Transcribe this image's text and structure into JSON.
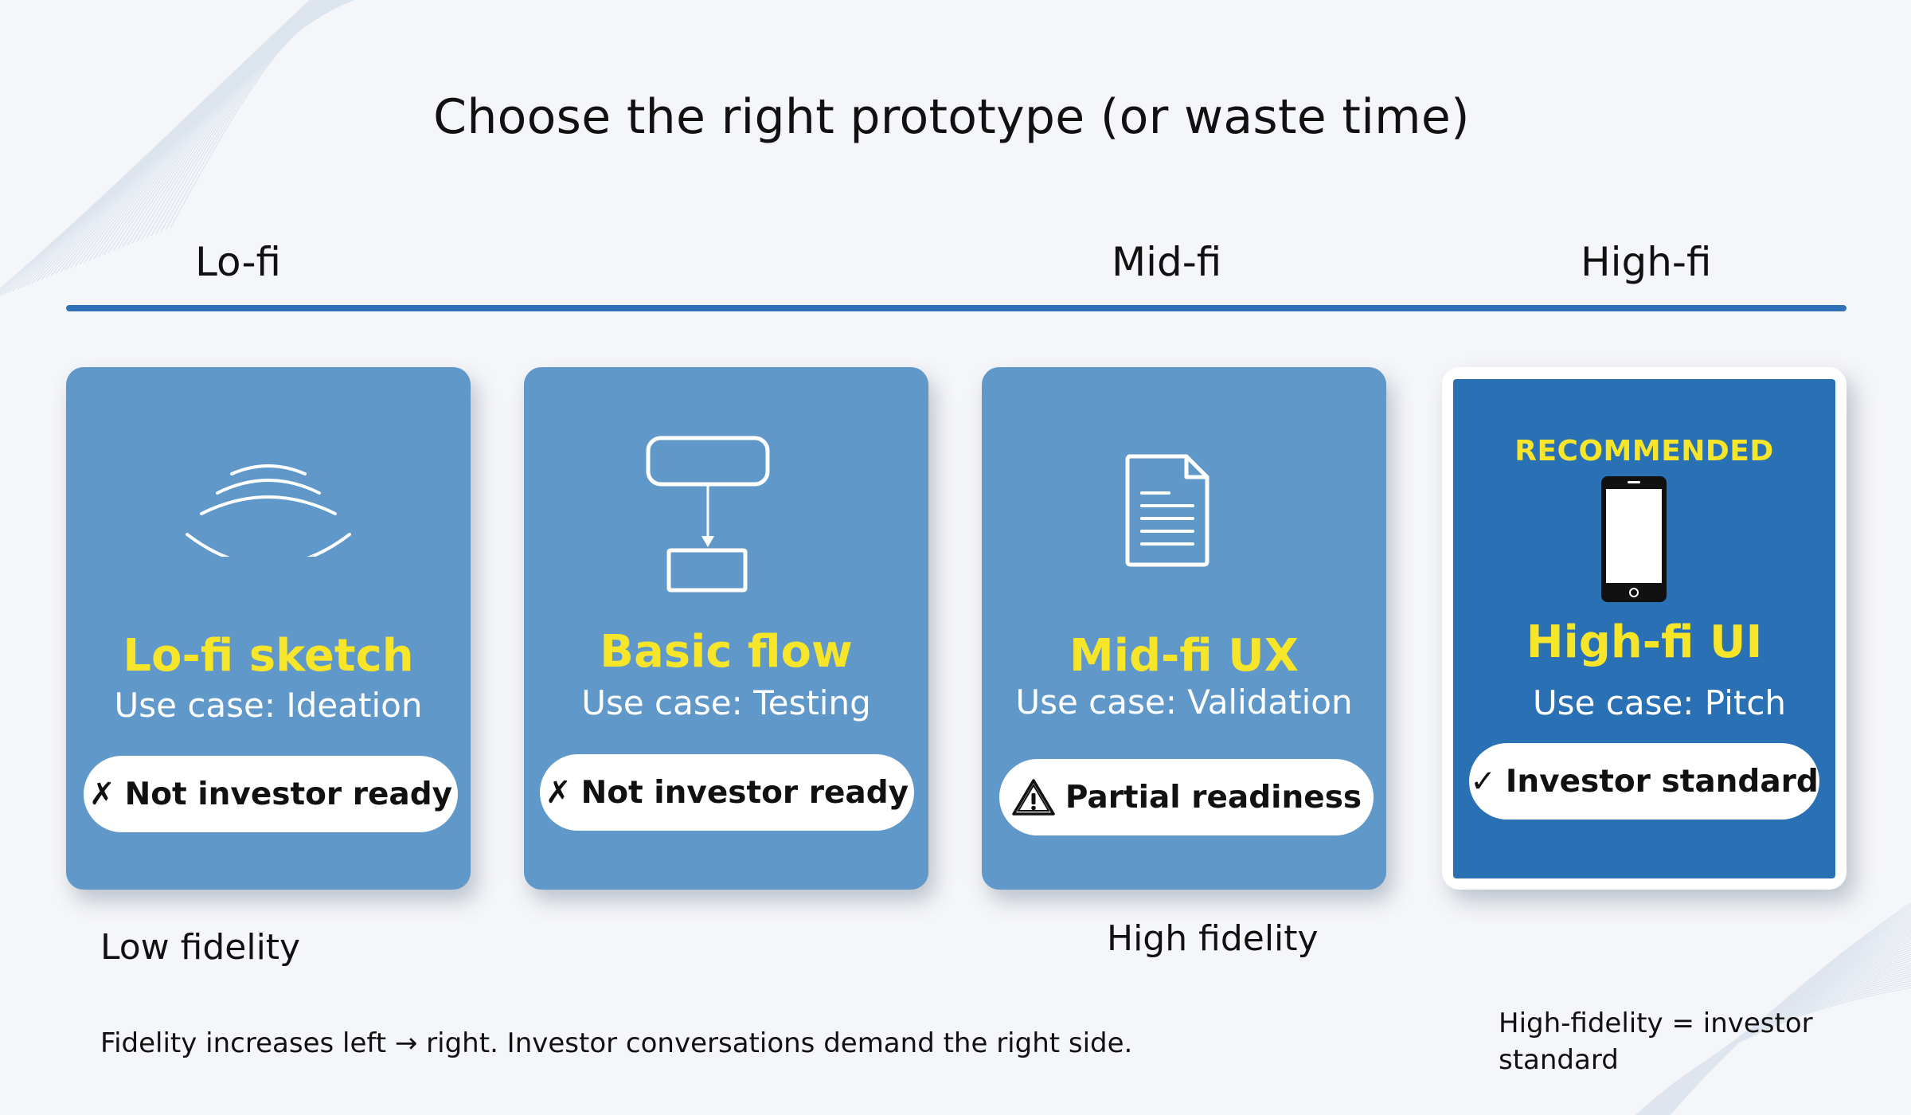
{
  "title": "Choose the right prototype (or waste time)",
  "scale": {
    "lofi": "Lo-fi",
    "midfi": "Mid-fi",
    "highfi": "High-fi"
  },
  "cards": [
    {
      "icon": "sound-waves-icon",
      "title": "Lo-fi sketch",
      "use_case": "Use case: Ideation",
      "status_mark": "✗",
      "status": "Not investor ready"
    },
    {
      "icon": "flowchart-icon",
      "title": "Basic flow",
      "use_case": "Use case: Testing",
      "status_mark": "✗",
      "status": "Not investor ready"
    },
    {
      "icon": "document-icon",
      "title": "Mid-fi UX",
      "use_case": "Use case: Validation",
      "status_mark": "warning-icon",
      "status": "Partial readiness"
    },
    {
      "icon": "smartphone-icon",
      "badge": "RECOMMENDED",
      "title": "High-fi UI",
      "use_case": "Use case: Pitch",
      "status_mark": "✓",
      "status": "Investor standard"
    }
  ],
  "bottom_labels": {
    "low": "Low fidelity",
    "high": "High fidelity"
  },
  "footnote": "Fidelity increases left → right. Investor conversations demand the right side.",
  "side_note": "High-fidelity = investor standard",
  "colors": {
    "card_blue": "#5f98c9",
    "recommended_blue": "#2a70b5",
    "accent_yellow": "#f7e52a",
    "axis_line": "#2f72b8",
    "background": "#f5f6f9"
  }
}
